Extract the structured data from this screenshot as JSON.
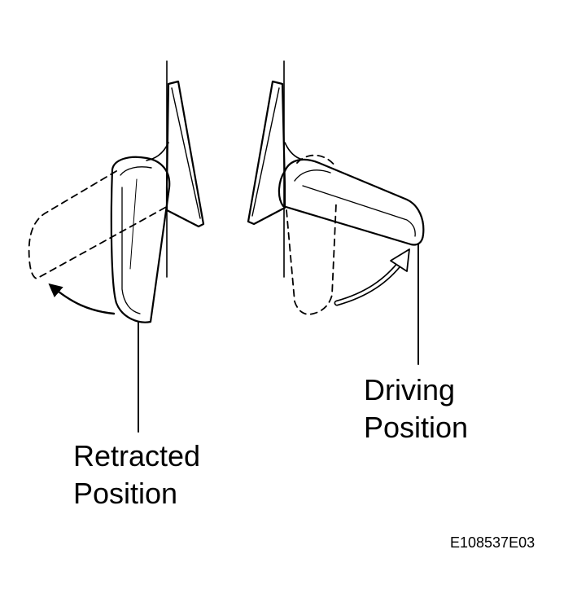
{
  "labels": {
    "retracted": [
      "Retracted",
      "Position"
    ],
    "driving": [
      "Driving",
      "Position"
    ]
  },
  "figure_code": "E108537E03",
  "colors": {
    "ink": "#000000",
    "background": "#ffffff"
  }
}
